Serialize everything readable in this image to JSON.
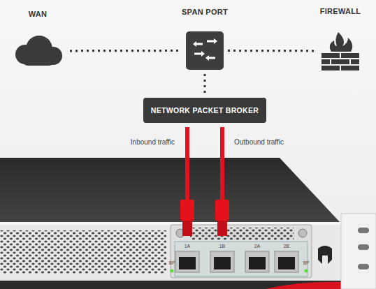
{
  "diagram": {
    "nodes": [
      {
        "text": [
          "WAN"
        ]
      },
      {
        "text": [
          "SPAN PORT"
        ]
      },
      {
        "text": [
          "FIREWALL"
        ]
      },
      {
        "text": [
          "NETWORK PACKET BROKER"
        ]
      }
    ],
    "edges": [
      {
        "from": 0,
        "to": 1,
        "arrow": "none"
      },
      {
        "from": 1,
        "to": 2,
        "arrow": "none"
      },
      {
        "from": 1,
        "to": 3,
        "arrow": "none"
      }
    ],
    "labels": [
      "Inbound traffic",
      "Outbound traffic",
      "1A",
      "1B",
      "2A",
      "2B",
      "BP",
      "BP"
    ]
  }
}
